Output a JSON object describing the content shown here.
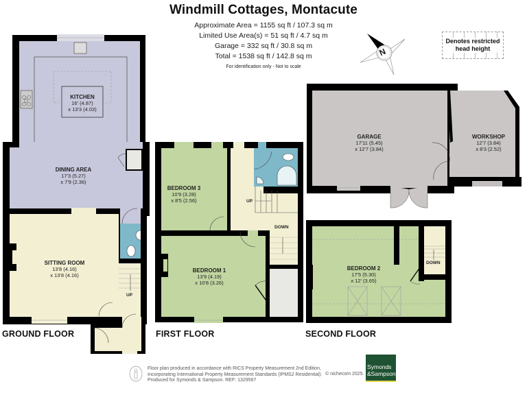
{
  "header": {
    "title": "Windmill Cottages, Montacute",
    "areas": [
      "Approximate Area = 1155 sq ft / 107.3 sq m",
      "Limited Use Area(s) = 51 sq ft / 4.7 sq m",
      "Garage = 332 sq ft / 30.8 sq m",
      "Total = 1538 sq ft / 142.8 sq m"
    ],
    "note": "For identification only - Not to scale"
  },
  "compass": {
    "label": "N"
  },
  "legend": {
    "restricted": "Denotes restricted head height"
  },
  "colors": {
    "kitchen_dining": "#c8c8dc",
    "sitting_hall": "#f3efd3",
    "bedroom": "#c2d6a2",
    "bathroom": "#7fb8c9",
    "garage": "#c9c6c5",
    "cupboard": "#e8e8e4",
    "wall": "#000000",
    "logo_bg": "#1f5232"
  },
  "floors": {
    "ground": {
      "label": "GROUND FLOOR",
      "rooms": [
        {
          "name": "KITCHEN",
          "dim1": "16' (4.87)",
          "dim2": "x 13'3 (4.03)"
        },
        {
          "name": "DINING AREA",
          "dim1": "17'3 (5.27)",
          "dim2": "x 7'9 (2.36)"
        },
        {
          "name": "SITTING ROOM",
          "dim1": "13'8 (4.16)",
          "dim2": "x 13'8 (4.16)"
        }
      ],
      "stairs": "UP"
    },
    "first": {
      "label": "FIRST FLOOR",
      "rooms": [
        {
          "name": "BEDROOM 3",
          "dim1": "10'9 (3.28)",
          "dim2": "x 8'5 (2.56)"
        },
        {
          "name": "BEDROOM 1",
          "dim1": "13'9 (4.19)",
          "dim2": "x 10'8 (3.26)"
        }
      ],
      "stairs_up": "UP",
      "stairs_down": "DOWN"
    },
    "second": {
      "label": "SECOND FLOOR",
      "rooms": [
        {
          "name": "BEDROOM 2",
          "dim1": "17'5 (5.30)",
          "dim2": "x 12' (3.65)"
        }
      ],
      "stairs": "DOWN"
    },
    "outbuilding": {
      "rooms": [
        {
          "name": "GARAGE",
          "dim1": "17'11 (5.45)",
          "dim2": "x 12'7 (3.84)"
        },
        {
          "name": "WORKSHOP",
          "dim1": "12'7 (3.84)",
          "dim2": "x 8'3 (2.52)"
        }
      ]
    }
  },
  "footer": {
    "lines": [
      "Floor plan produced in accordance with RICS Property Measurement 2nd Edition,",
      "Incorporating International Property Measurement Standards (IPMS2 Residential).",
      "Produced for Symonds & Sampson.   REF:  1329567"
    ],
    "copyright": "© nichecom 2025.",
    "logo_line1": "Symonds",
    "logo_line2": "&Sampson"
  }
}
